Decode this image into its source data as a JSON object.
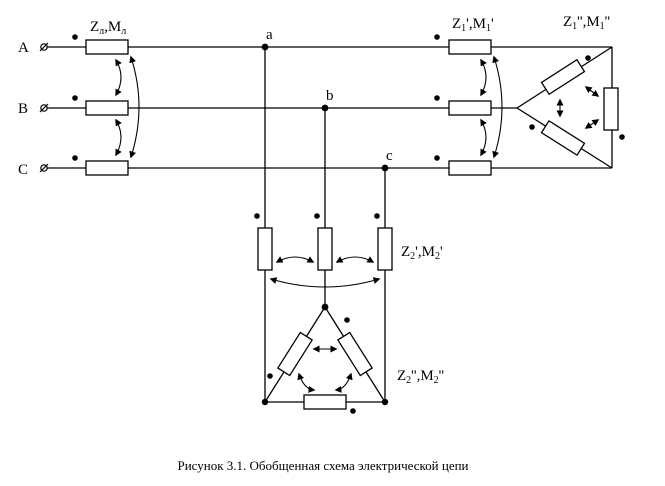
{
  "diagram": {
    "caption": "Рисунок 3.1. Обобщенная схема электрической цепи",
    "phases": {
      "a": "A",
      "b": "B",
      "c": "C"
    },
    "nodes": {
      "a": "a",
      "b": "b",
      "c": "c"
    },
    "line_label": {
      "z": "Z",
      "z_sub": "л",
      "m": "M",
      "m_sub": "л",
      "sep": ","
    },
    "load1_star": {
      "z": "Z",
      "z_sub": "1",
      "z_mark": "'",
      "m": "M",
      "m_sub": "1",
      "m_mark": "'",
      "sep": ","
    },
    "load1_delta": {
      "z": "Z",
      "z_sub": "1",
      "z_mark": "''",
      "m": "M",
      "m_sub": "1",
      "m_mark": "''",
      "sep": ","
    },
    "load2_star": {
      "z": "Z",
      "z_sub": "2",
      "z_mark": "'",
      "m": "M",
      "m_sub": "2",
      "m_mark": "'",
      "sep": ","
    },
    "load2_delta": {
      "z": "Z",
      "z_sub": "2",
      "z_mark": "''",
      "m": "M",
      "m_sub": "2",
      "m_mark": "''",
      "sep": ","
    }
  }
}
